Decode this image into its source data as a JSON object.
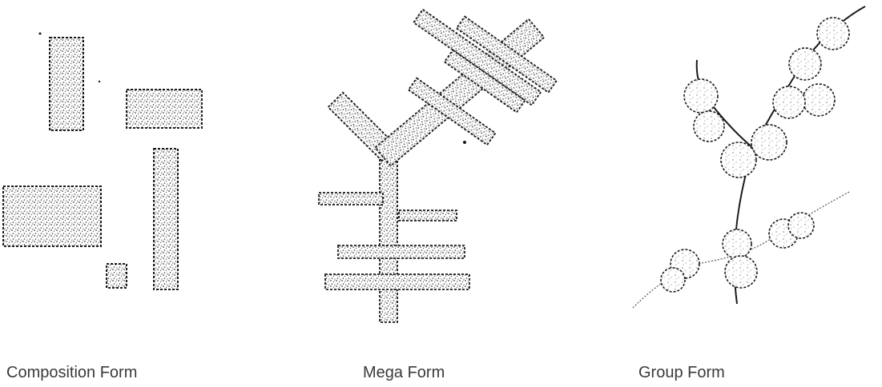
{
  "captions": {
    "composition": "Composition Form",
    "mega": "Mega Form",
    "group": "Group Form"
  },
  "colors": {
    "ink": "#1a1a1a",
    "stipple": "#555555",
    "caption": "#3a3a3a",
    "background": "#ffffff"
  }
}
